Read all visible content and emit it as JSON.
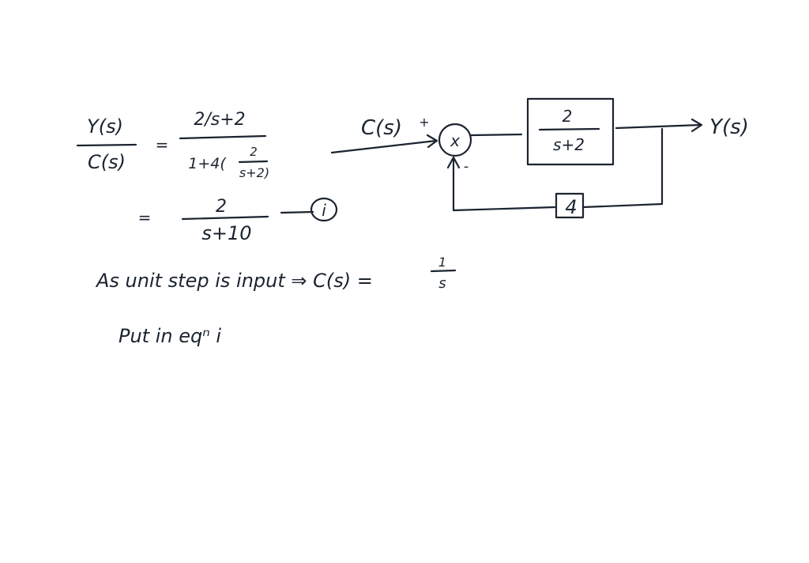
{
  "equations": {
    "lhs_num": "Y(s)",
    "lhs_den": "C(s)",
    "eq_sign": "=",
    "rhs1_num": "2/s+2",
    "rhs1_den_prefix": "1+4(",
    "inner_num": "2",
    "inner_den": "s+2)",
    "eq_sign2": "=",
    "rhs2_num": "2",
    "rhs2_den": "s+10",
    "eq_tag": "i"
  },
  "notes": {
    "line1_text": "As unit step is input ⇒ C(s) =",
    "line1_frac_num": "1",
    "line1_frac_den": "s",
    "line2_text": "Put in eqⁿ i"
  },
  "diagram": {
    "input_label": "C(s)",
    "plus_sign": "+",
    "minus_sign": "-",
    "junction_symbol": "x",
    "forward_num": "2",
    "forward_den": "s+2",
    "output_label": "Y(s)",
    "feedback_gain": "4"
  }
}
